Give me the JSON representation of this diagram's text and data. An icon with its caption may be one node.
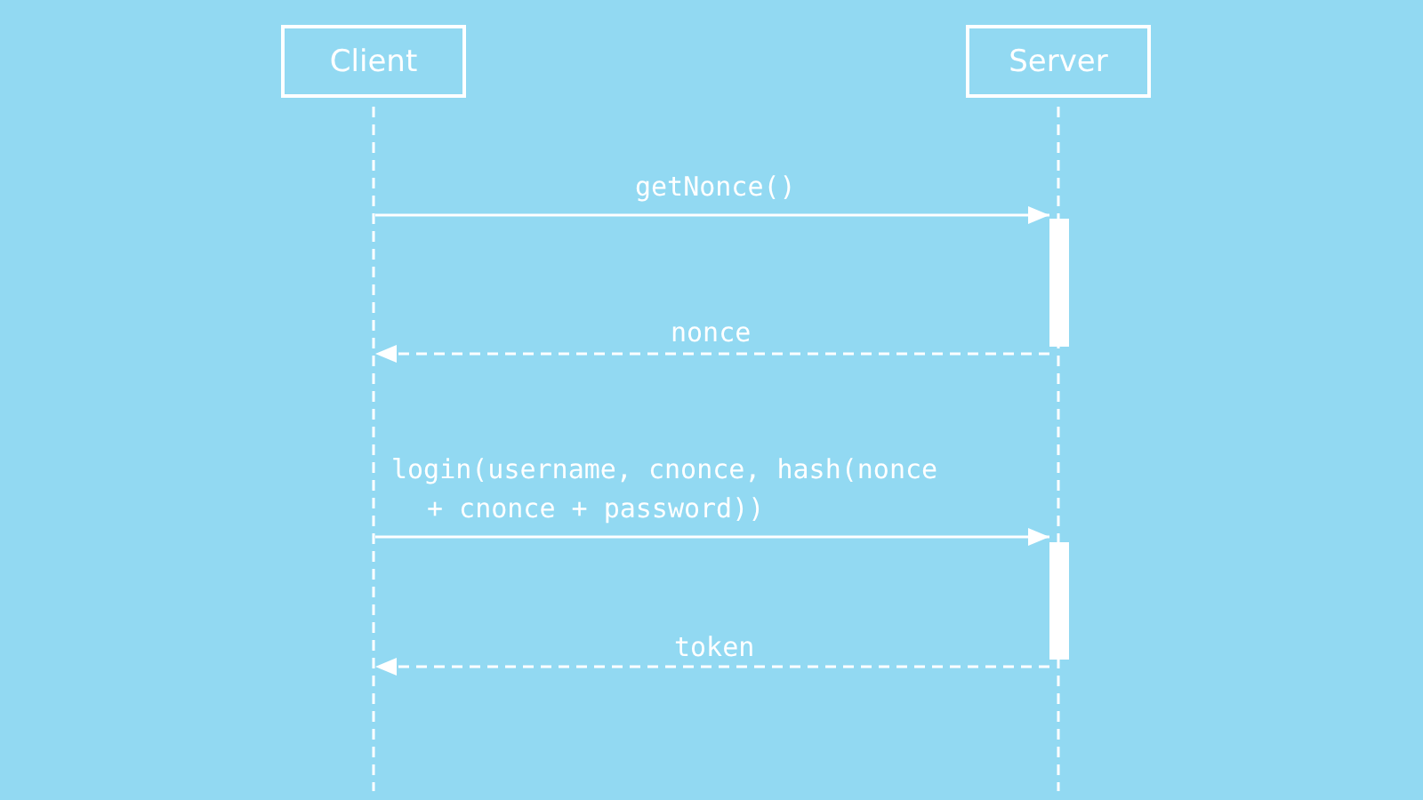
{
  "diagram": {
    "nodes": [
      {
        "text": [
          "Client"
        ]
      },
      {
        "text": [
          "Server"
        ]
      },
      {
        "text": [],
        "shape": "line"
      },
      {
        "text": [],
        "shape": "line"
      },
      {
        "text": [],
        "shape": "bar"
      },
      {
        "text": [],
        "shape": "bar"
      }
    ],
    "edges": [
      {
        "from": 2,
        "to": 4,
        "arrow": "to",
        "label": "getNonce()"
      },
      {
        "from": 4,
        "to": 2,
        "arrow": "to",
        "label": "nonce",
        "style": "dashed"
      },
      {
        "from": 2,
        "to": 5,
        "arrow": "to",
        "label": "login(username, cnonce, hash(nonce + cnonce + password))"
      },
      {
        "from": 5,
        "to": 2,
        "arrow": "to",
        "label": "token",
        "style": "dashed"
      }
    ]
  }
}
